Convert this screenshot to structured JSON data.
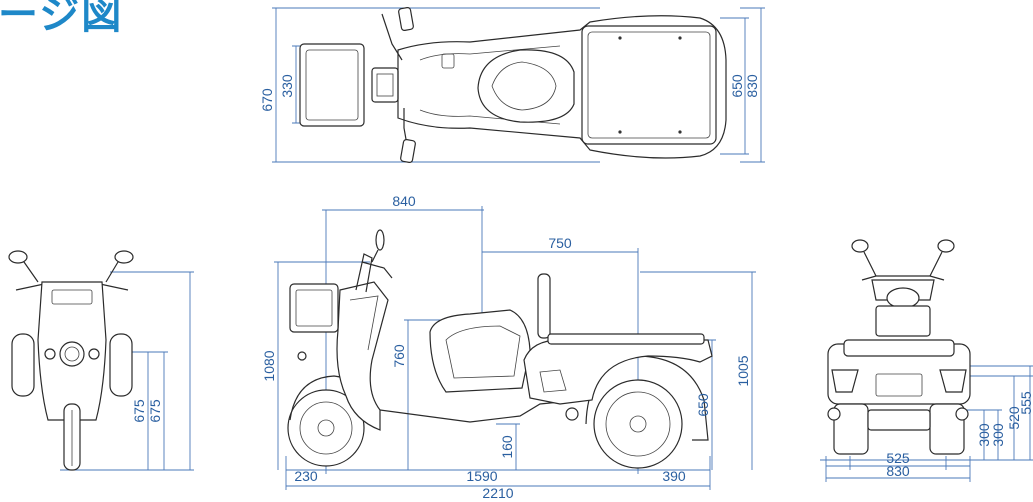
{
  "header": {
    "title": "ージ図"
  },
  "views": {
    "top": {
      "dims": [
        "670",
        "330",
        "650",
        "830"
      ]
    },
    "front": {
      "dims": [
        "675",
        "675"
      ]
    },
    "side": {
      "dims": [
        "840",
        "750",
        "1080",
        "760",
        "1005",
        "650",
        "160",
        "230",
        "1590",
        "390",
        "2210"
      ]
    },
    "rear": {
      "dims": [
        "300",
        "300",
        "520",
        "555",
        "525",
        "830"
      ]
    }
  },
  "colors": {
    "dimension": "#2a5fa0",
    "outline": "#2b2b2b",
    "title": "#1e88c8"
  }
}
